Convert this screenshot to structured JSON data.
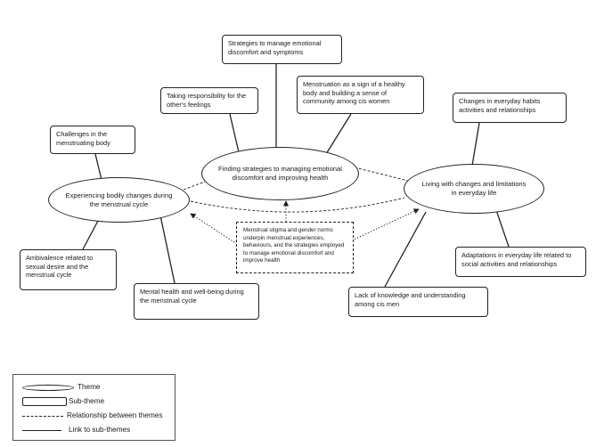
{
  "themes": {
    "experiencing": "Experiencing bodily changes during the menstrual cycle",
    "finding": "Finding strategies to managing emotional discomfort and improving health",
    "living": "Living with changes and limitations in everyday life"
  },
  "subthemes": {
    "strategies_emotional": "Strategies to manage emotional discomfort and symptoms",
    "taking_responsibility": "Taking responsibility for the other's feelings",
    "healthy_body": "Menstruation as a sign of a healthy body and building a sense of community among cis women",
    "challenges_body": "Challenges in the menstruating body",
    "ambivalence": "Ambivalence related to sexual desire and the menstrual cycle",
    "mental_health": "Mental health and well-being during the menstrual cycle",
    "changes_habits": "Changes in everyday habits activities and relationships",
    "adaptations": "Adaptations in everyday life related to social activities and relationships",
    "lack_knowledge": "Lack of knowledge and understanding among cis men"
  },
  "central_note": "Menstrual stigma and gender norms underpin menstrual experiences, behaviours, and the strategies employed to manage emotional discomfort and improve health",
  "legend": {
    "theme": "Theme",
    "subtheme": "Sub-theme",
    "relationship": "Relationship between themes",
    "link": "Link to sub-themes"
  }
}
